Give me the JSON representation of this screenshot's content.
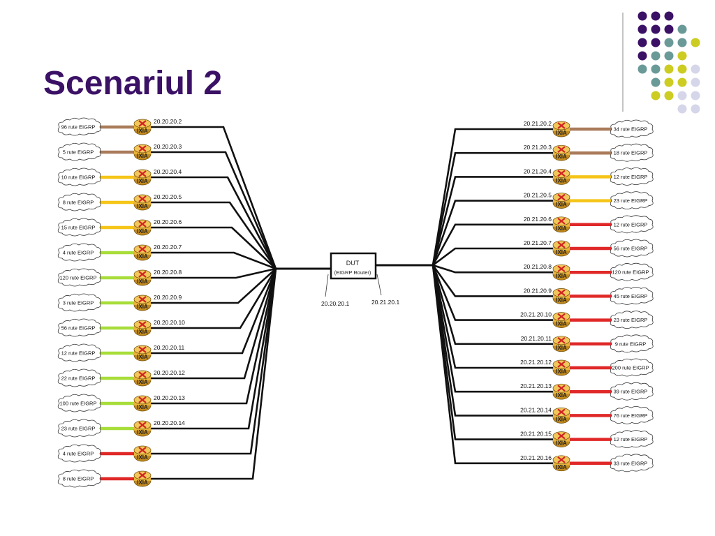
{
  "slide": {
    "title": "Scenariul 2"
  },
  "colors": {
    "title": "#3b1166",
    "link": "#111111",
    "router_body": "#e8b43a",
    "router_x": "#d12424"
  },
  "dot_colors": {
    "purple": "#3b1166",
    "teal": "#6a9a98",
    "yellow": "#cccc22",
    "lavender": "#d6d6ea"
  },
  "dot_rows": [
    [
      "purple",
      "purple",
      "purple"
    ],
    [
      "purple",
      "purple",
      "purple",
      "teal"
    ],
    [
      "purple",
      "purple",
      "teal",
      "teal",
      "yellow"
    ],
    [
      "purple",
      "teal",
      "teal",
      "yellow"
    ],
    [
      "teal",
      "teal",
      "yellow",
      "yellow",
      "lavender"
    ],
    [
      "teal",
      "yellow",
      "yellow",
      "lavender"
    ],
    [
      "yellow",
      "yellow",
      "lavender",
      "lavender"
    ],
    [
      "lavender",
      "lavender"
    ]
  ],
  "dut": {
    "label": "DUT",
    "sublabel": "(EIGRP Router)",
    "left_ip": "20.20.20.1",
    "right_ip": "20.21.20.1"
  },
  "left_nodes": [
    {
      "ip": "20.20.20.2",
      "routes": "96 rute EIGRP",
      "color": "#a97b5a"
    },
    {
      "ip": "20.20.20.3",
      "routes": "5 rute EIGRP",
      "color": "#a97b5a"
    },
    {
      "ip": "20.20.20.4",
      "routes": "10 rute EIGRP",
      "color": "#f5c518"
    },
    {
      "ip": "20.20.20.5",
      "routes": "8 rute EIGRP",
      "color": "#f5c518"
    },
    {
      "ip": "20.20.20.6",
      "routes": "15 rute EIGRP",
      "color": "#f5c518"
    },
    {
      "ip": "20.20.20.7",
      "routes": "4 rute EIGRP",
      "color": "#a8dd3a"
    },
    {
      "ip": "20.20.20.8",
      "routes": "120 rute EIGRP",
      "color": "#a8dd3a"
    },
    {
      "ip": "20.20.20.9",
      "routes": "3 rute EIGRP",
      "color": "#a8dd3a"
    },
    {
      "ip": "20.20.20.10",
      "routes": "56 rute EIGRP",
      "color": "#a8dd3a"
    },
    {
      "ip": "20.20.20.11",
      "routes": "12 rute EIGRP",
      "color": "#a8dd3a"
    },
    {
      "ip": "20.20.20.12",
      "routes": "22 rute EIGRP",
      "color": "#a8dd3a"
    },
    {
      "ip": "20.20.20.13",
      "routes": "100  rute EIGRP",
      "color": "#a8dd3a"
    },
    {
      "ip": "20.20.20.14",
      "routes": "23 rute EIGRP",
      "color": "#a8dd3a"
    },
    {
      "ip": "",
      "routes": "4 rute EIGRP",
      "color": "#e02828"
    },
    {
      "ip": "",
      "routes": "8 rute EIGRP",
      "color": "#e02828"
    }
  ],
  "right_nodes": [
    {
      "ip": "20.21.20.2",
      "routes": "34 rute EIGRP",
      "color": "#a97b5a"
    },
    {
      "ip": "20.21.20.3",
      "routes": "18 rute EIGRP",
      "color": "#a97b5a"
    },
    {
      "ip": "20.21.20.4",
      "routes": "12 rute EIGRP",
      "color": "#f5c518"
    },
    {
      "ip": "20.21.20.5",
      "routes": "23 rute EIGRP",
      "color": "#f5c518"
    },
    {
      "ip": "20.21.20.6",
      "routes": "12 rute EIGRP",
      "color": "#e02828"
    },
    {
      "ip": "20.21.20.7",
      "routes": "56  rute EIGRP",
      "color": "#e02828"
    },
    {
      "ip": "20.21.20.8",
      "routes": "120  rute EIGRP",
      "color": "#e02828"
    },
    {
      "ip": "20.21.20.9",
      "routes": "45 rute EIGRP",
      "color": "#e02828"
    },
    {
      "ip": "20.21.20.10",
      "routes": "23 rute EIGRP",
      "color": "#e02828"
    },
    {
      "ip": "20.21.20.11",
      "routes": "9 rute EIGRP",
      "color": "#e02828"
    },
    {
      "ip": "20.21.20.12",
      "routes": "200  rute EIGRP",
      "color": "#e02828"
    },
    {
      "ip": "20.21.20.13",
      "routes": "39 rute EIGRP",
      "color": "#e02828"
    },
    {
      "ip": "20.21.20.14",
      "routes": "76 rute EIGRP",
      "color": "#e02828"
    },
    {
      "ip": "20.21.20.15",
      "routes": "12 rute EIGRP",
      "color": "#e02828"
    },
    {
      "ip": "20.21.20.16",
      "routes": "33 rute EIGRP",
      "color": "#e02828"
    }
  ],
  "router_icon": {
    "brand": "IXIA",
    "icon": "router-icon"
  }
}
